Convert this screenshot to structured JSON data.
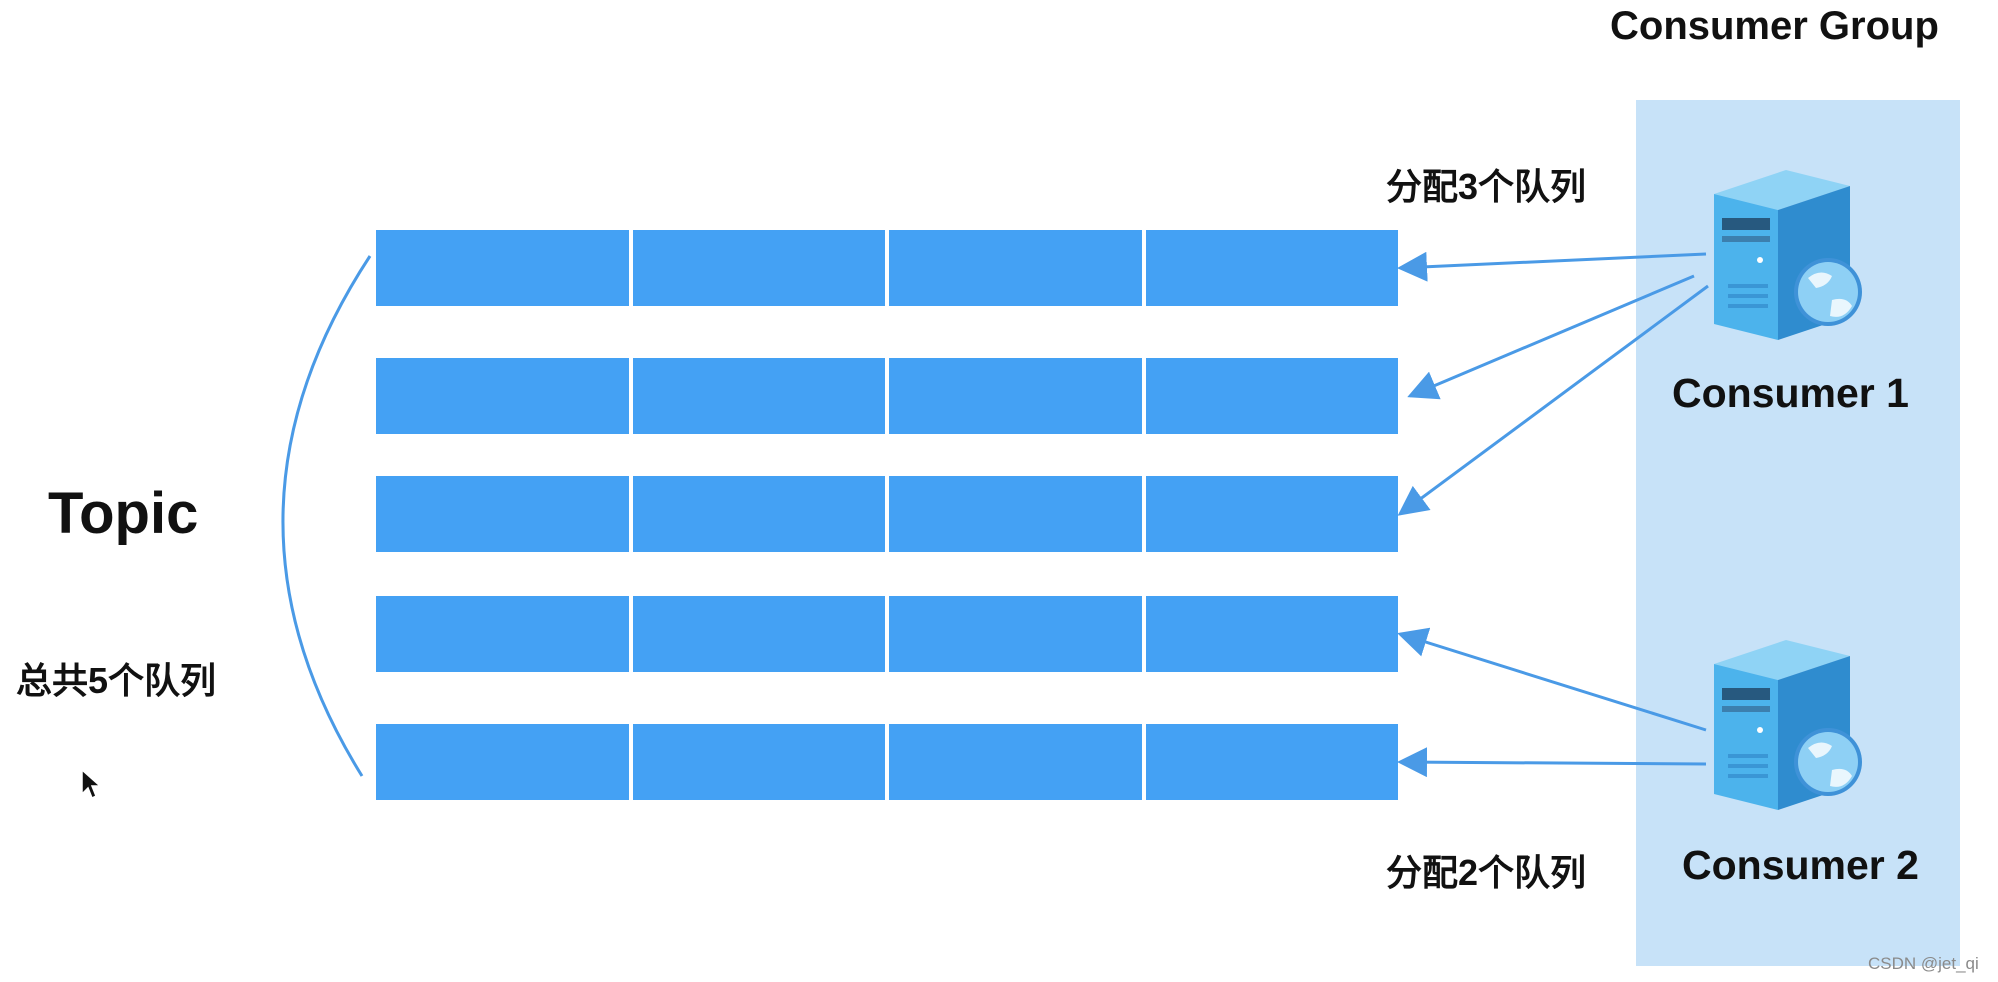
{
  "consumer_group": {
    "title": "Consumer Group",
    "panel_color": "#c7e2f8",
    "consumers": [
      {
        "name": "Consumer 1",
        "assignment_text": "分配3个队列",
        "icon": "server-globe-icon",
        "assigned_queues": [
          1,
          2,
          3
        ]
      },
      {
        "name": "Consumer 2",
        "assignment_text": "分配2个队列",
        "icon": "server-globe-icon",
        "assigned_queues": [
          4,
          5
        ]
      }
    ]
  },
  "topic": {
    "label": "Topic",
    "total_text": "总共5个队列",
    "queue_count": 5,
    "cells_per_queue": 4,
    "queue_color": "#44a1f4",
    "arrow_color": "#4a9ae6"
  },
  "watermark": "CSDN @jet_qi"
}
